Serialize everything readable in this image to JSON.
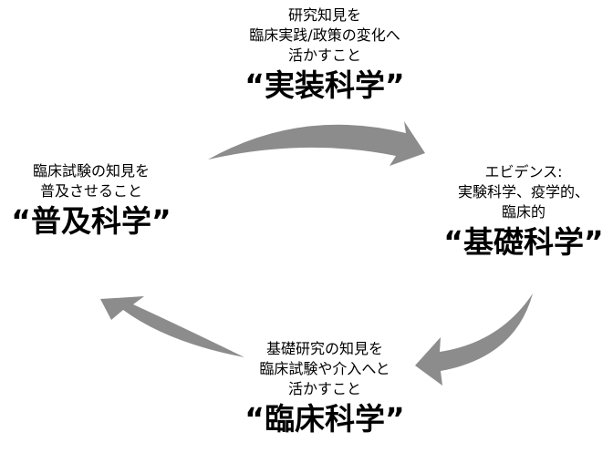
{
  "diagram": {
    "arrow_color": "#8c8c8c",
    "top": {
      "lines": [
        "研究知見を",
        "臨床実践/政策の変化へ",
        "活かすこと"
      ],
      "title": "“実装科学”"
    },
    "right": {
      "lines": [
        "エビデンス:",
        "実験科学、疫学的、",
        "臨床的"
      ],
      "title": "“基礎科学”"
    },
    "bottom": {
      "lines": [
        "基礎研究の知見を",
        "臨床試験や介入へと",
        "活かすこと"
      ],
      "title": "“臨床科学”"
    },
    "left": {
      "lines": [
        "臨床試験の知見を",
        "普及させること"
      ],
      "title": "“普及科学”"
    }
  }
}
